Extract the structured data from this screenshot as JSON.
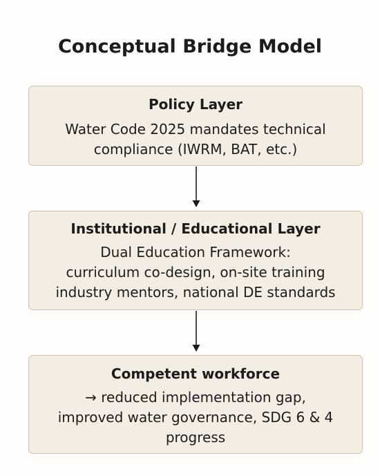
{
  "diagram": {
    "title": "Conceptual Bridge Model",
    "layers": [
      {
        "heading": "Policy Layer",
        "lines": [
          "Water Code 2025 mandates technical",
          "compliance (IWRM, BAT, etc.)"
        ]
      },
      {
        "heading": "Institutional / Educational Layer",
        "lines": [
          "Dual Education Framework:",
          "curriculum co-design, on-site training",
          "industry mentors, national DE standards"
        ]
      },
      {
        "heading": "Competent workforce",
        "lines": [
          "→ reduced implementation gap,",
          "improved water governance, SDG 6 & 4",
          "progress"
        ]
      }
    ],
    "colors": {
      "box_fill": "#f4ede3",
      "box_border": "#c9c0b3",
      "text": "#1c1c1c",
      "arrow": "#1c1c1c"
    }
  }
}
